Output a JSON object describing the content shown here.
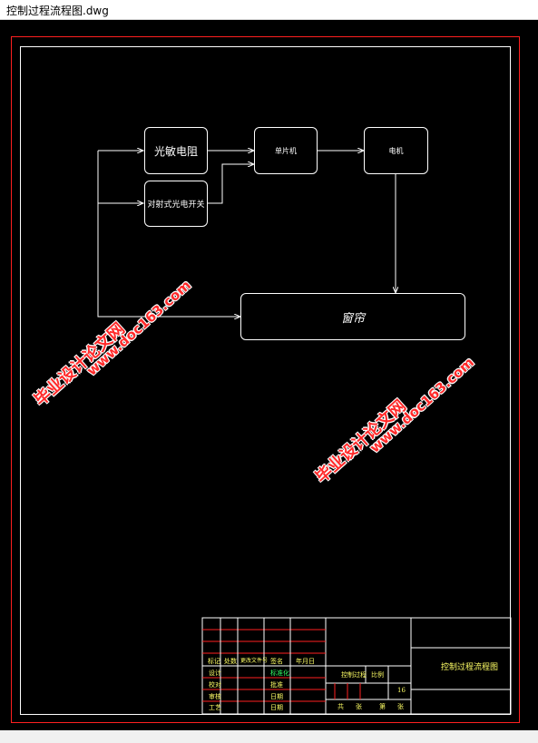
{
  "window": {
    "title": "控制过程流程图.dwg"
  },
  "flowchart": {
    "box_light_sensor": "光敏电阻",
    "box_reflective_switch": "对射式光电开关",
    "box_mcu": "单片机",
    "box_motor": "电机",
    "box_curtain": "窗帘"
  },
  "watermarks": {
    "line1": "毕业设计论文网",
    "line2": "www.doc163.com"
  },
  "title_block": {
    "drawing_title": "控制过程流程图",
    "project_label": "控制过程",
    "scale_label": "比例",
    "sheet_count": "16",
    "sheet_word": "共",
    "sheet_word2": "张",
    "sheet_word3": "第",
    "sheet_word4": "张",
    "row_labels": [
      "标记",
      "处数",
      "设计",
      "校对",
      "审核",
      "工艺"
    ],
    "sign_labels": [
      "更改文件号",
      "签名",
      "年月日"
    ],
    "col_labels": [
      "标准化",
      "批准",
      "日期",
      "日期"
    ]
  },
  "colors": {
    "background": "#000000",
    "frame_outer": "#ff2020",
    "frame_inner": "#ffffff",
    "title_block_lines": "#ff2020",
    "title_block_text": "#ffff66",
    "title_block_green": "#33ff66",
    "watermark": "#ff2a2a"
  }
}
